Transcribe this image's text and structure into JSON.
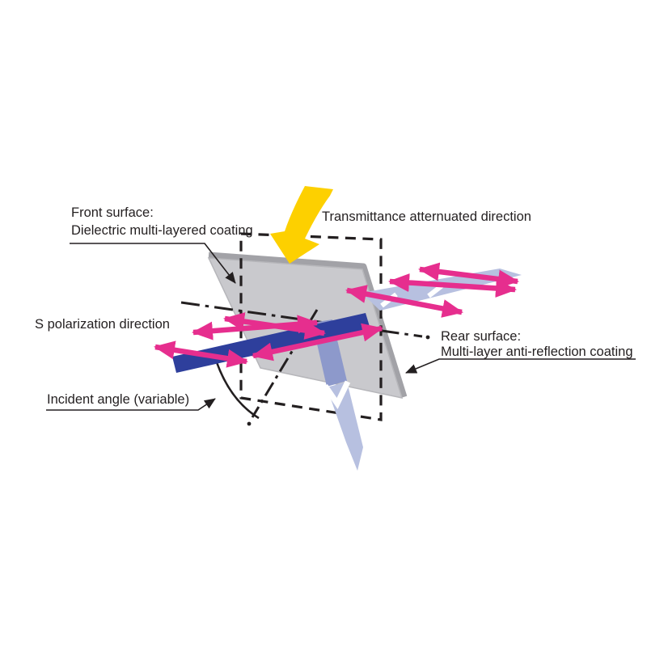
{
  "labels": {
    "front_surface_line1": "Front surface:",
    "front_surface_line2": "Dielectric multi-layered coating",
    "transmittance_direction": "Transmittance atternuated direction",
    "s_polarization": "S polarization direction",
    "incident_angle": "Incident angle (variable)",
    "rear_surface_line1": "Rear surface:",
    "rear_surface_line2": "Multi-layer anti-reflection coating"
  },
  "colors": {
    "plate_fill": "#c9c9cd",
    "plate_edge": "#a2a2a7",
    "arrow_pink": "#e62e8e",
    "beam_dark_blue": "#2e3f9c",
    "beam_lavender": "#b7c0e0",
    "beam_lavender_dark": "#8d99cb",
    "attenuation_yellow": "#fdd000",
    "line_black": "#231f20"
  },
  "icons": {
    "attenuation_arrow": "curved-down-arrow",
    "polarization_arrow": "double-headed-arrow",
    "leader_pointer": "solid-triangle-arrowhead"
  }
}
